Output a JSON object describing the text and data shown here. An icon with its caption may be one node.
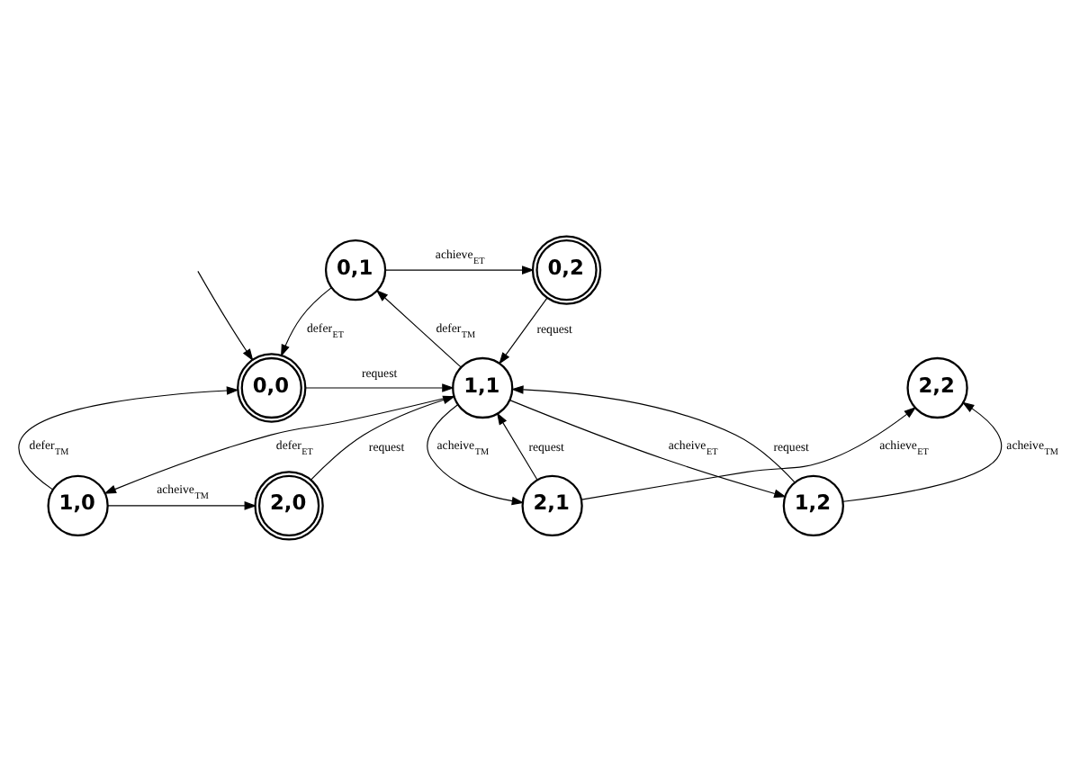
{
  "diagram": {
    "nodes": [
      {
        "text": [
          "0,1"
        ]
      },
      {
        "text": [
          "0,2"
        ]
      },
      {
        "text": [
          "2,1"
        ]
      },
      {
        "text": [
          "0,0"
        ]
      },
      {
        "text": [
          "1,1"
        ]
      },
      {
        "text": [
          "2,2"
        ]
      },
      {
        "text": [
          "1,2"
        ]
      },
      {
        "text": [
          "1,0"
        ]
      },
      {
        "text": [
          "2,0"
        ]
      }
    ],
    "edges": [
      {
        "from": 0,
        "to": 1,
        "arrow": "to",
        "label": "achieve$_{ET}$"
      },
      {
        "from": 4,
        "to": 0,
        "arrow": "to",
        "label": "defer$_{TM}$"
      },
      {
        "from": 1,
        "to": 4,
        "arrow": "to",
        "label": "request"
      },
      {
        "from": 0,
        "to": 3,
        "arrow": "to",
        "label": "defer$_{ET}$"
      },
      {
        "from": null,
        "to": 3,
        "arrow": "to"
      },
      {
        "from": 3,
        "to": 4,
        "arrow": "to",
        "label": "request"
      },
      {
        "from": 2,
        "to": 4,
        "arrow": "to",
        "label": "request"
      },
      {
        "from": 4,
        "to": 2,
        "arrow": "to",
        "label": "acheive$_{TM}$"
      },
      {
        "from": 4,
        "to": 6,
        "arrow": "to",
        "label": "acheive$_{ET}$"
      },
      {
        "from": 6,
        "to": 4,
        "arrow": "to",
        "label": "request"
      },
      {
        "from": 2,
        "to": 5,
        "arrow": "to",
        "label": "achieve$_{ET}$"
      },
      {
        "from": 6,
        "to": 5,
        "arrow": "to",
        "label": "acheive$_{TM}$"
      },
      {
        "from": 4,
        "to": 7,
        "arrow": "to",
        "label": "defer$_{ET}$"
      },
      {
        "from": 7,
        "to": 3,
        "arrow": "to",
        "label": "defer$_{TM}$"
      },
      {
        "from": 7,
        "to": 8,
        "arrow": "to",
        "label": "acheive$_{TM}$"
      },
      {
        "from": 8,
        "to": 4,
        "arrow": "to",
        "label": "request"
      }
    ]
  }
}
